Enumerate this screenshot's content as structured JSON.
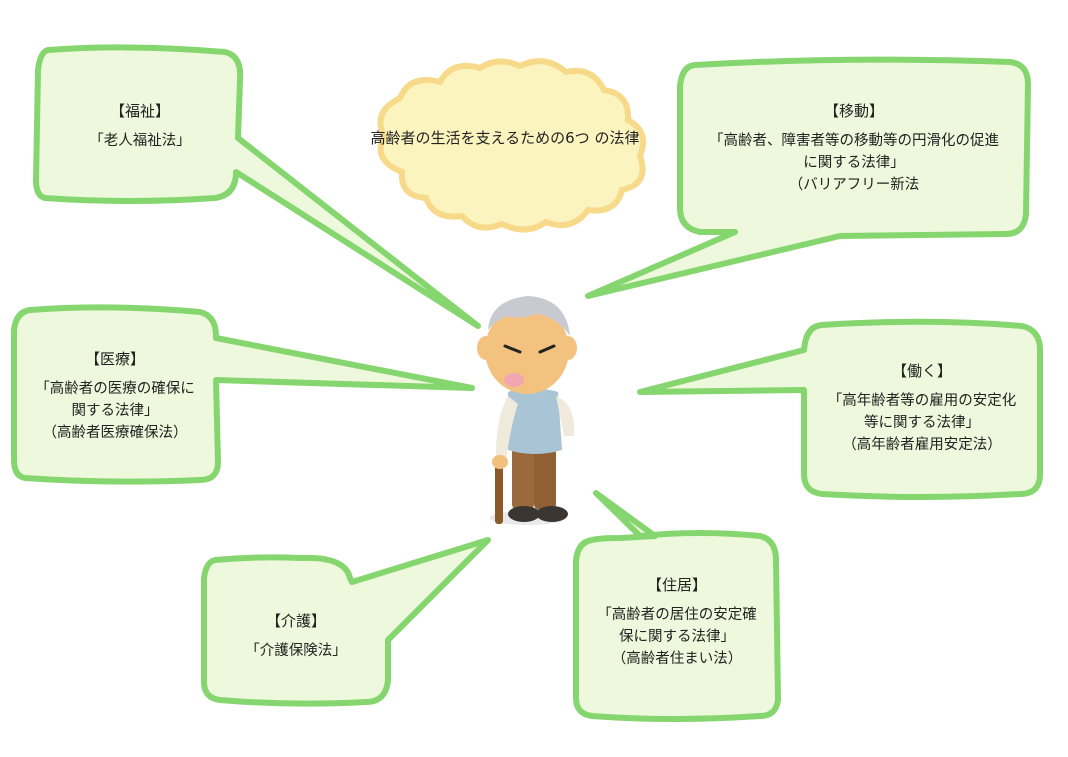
{
  "diagram": {
    "center_label": {
      "lines": [
        "高齢者の生活を支えるための6つ",
        "の法律"
      ]
    },
    "center_figure": "elderly-man-with-cane",
    "colors": {
      "bubble_border": "#86d66f",
      "bubble_fill": "#eef8dc",
      "cloud_border": "#f7d98a",
      "cloud_fill": "#fbf4bf",
      "text": "#222222"
    },
    "bubbles": [
      {
        "id": "welfare",
        "title": "【福祉】",
        "lines": [
          "「老人福祉法」"
        ]
      },
      {
        "id": "mobility",
        "title": "【移動】",
        "lines": [
          "「高齢者、障害者等の移動等の円滑化の促進",
          "に関する法律」",
          "（バリアフリー新法"
        ]
      },
      {
        "id": "medical",
        "title": "【医療】",
        "lines": [
          "「高齢者の医療の確保に",
          "関する法律」",
          "（高齢者医療確保法）"
        ]
      },
      {
        "id": "work",
        "title": "【働く】",
        "lines": [
          "「高年齢者等の雇用の安定化",
          "等に関する法律」",
          "（高年齢者雇用安定法）"
        ]
      },
      {
        "id": "care",
        "title": "【介護】",
        "lines": [
          "「介護保険法」"
        ]
      },
      {
        "id": "housing",
        "title": "【住居】",
        "lines": [
          "「高齢者の居住の安定確",
          "保に関する法律」",
          "（高齢者住まい法）"
        ]
      }
    ]
  }
}
